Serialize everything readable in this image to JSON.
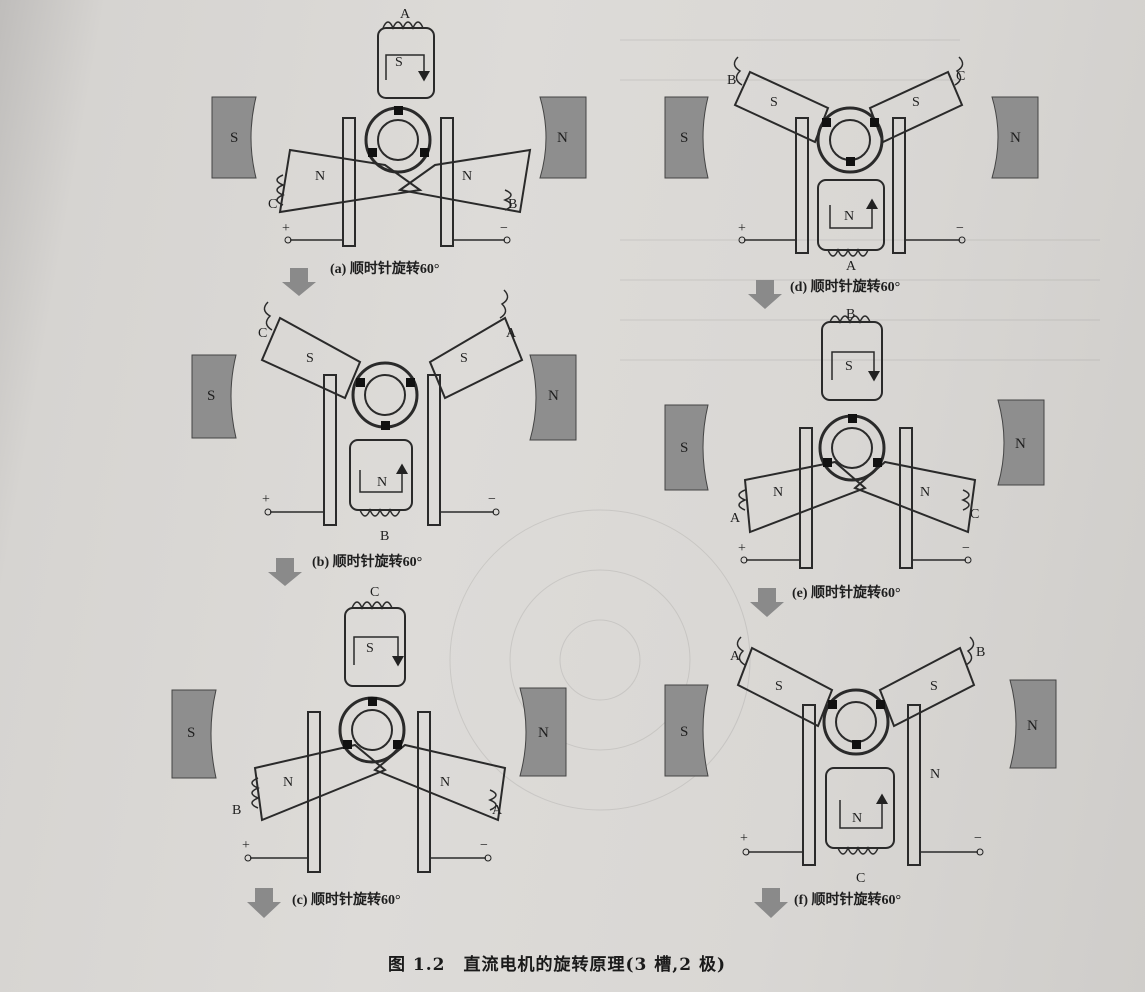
{
  "figure": {
    "number": "图 1.2",
    "title": "直流电机的旋转原理(3 槽,2 极)"
  },
  "magnet_labels": {
    "south": "S",
    "north": "N",
    "pole_s": "S",
    "pole_n": "N"
  },
  "terminals": {
    "positive": "+",
    "negative": "−"
  },
  "panels": [
    {
      "caption": "(a) 顺时针旋转60°",
      "top": "A",
      "left": "C",
      "right": "B",
      "top_pole": "S",
      "left_pole": "N",
      "right_pole": "N"
    },
    {
      "caption": "(b) 顺时针旋转60°",
      "bottom": "B",
      "left": "C",
      "right": "A",
      "bottom_pole": "N",
      "left_pole": "S",
      "right_pole": "S"
    },
    {
      "caption": "(c) 顺时针旋转60°",
      "top": "C",
      "left": "B",
      "right": "A",
      "top_pole": "S",
      "left_pole": "N",
      "right_pole": "N"
    },
    {
      "caption": "(d) 顺时针旋转60°",
      "bottom": "A",
      "left": "B",
      "right": "C",
      "bottom_pole": "N",
      "left_pole": "S",
      "right_pole": "S"
    },
    {
      "caption": "(e) 顺时针旋转60°",
      "top": "B",
      "left": "A",
      "right": "C",
      "top_pole": "S",
      "left_pole": "N",
      "right_pole": "N"
    },
    {
      "caption": "(f) 顺时针旋转60°",
      "bottom": "C",
      "left": "A",
      "right": "B",
      "extra": "N",
      "bottom_pole": "N",
      "left_pole": "S",
      "right_pole": "S"
    }
  ],
  "colors": {
    "magnet": "#8e8e8e",
    "line": "#2a2a2a",
    "arrow": "#8a8a8a"
  }
}
